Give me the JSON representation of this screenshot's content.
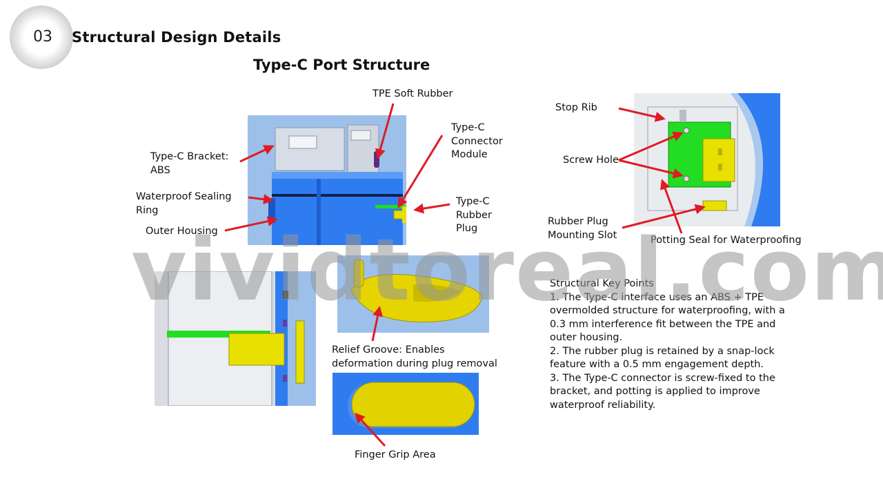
{
  "header": {
    "section_number": "03",
    "section_title": "Structural Design Details"
  },
  "subtitle": "Type-C Port Structure",
  "callouts": {
    "tpe_soft_rubber": "TPE Soft Rubber",
    "connector_module": [
      "Type-C",
      "Connector",
      "Module"
    ],
    "bracket": [
      "Type-C Bracket:",
      "ABS"
    ],
    "sealing_ring": [
      "Waterproof Sealing",
      "Ring"
    ],
    "outer_housing": "Outer Housing",
    "rubber_plug": [
      "Type-C",
      "Rubber",
      "Plug"
    ],
    "stop_rib": "Stop Rib",
    "screw_hole": "Screw Hole",
    "plug_slot": [
      "Rubber Plug",
      "Mounting Slot"
    ],
    "potting_seal": "Potting Seal for Waterproofing",
    "relief_groove": [
      "Relief Groove: Enables",
      "deformation during plug removal"
    ],
    "finger_grip": "Finger Grip Area"
  },
  "key_points": {
    "heading": "Structural Key Points",
    "lines": [
      "1. The Type-C interface uses an ABS + TPE",
      "overmolded structure for waterproofing, with a",
      "0.3 mm interference fit between the TPE and",
      "outer housing.",
      "2. The rubber plug is retained by a snap-lock",
      "feature with a 0.5 mm engagement depth.",
      "3. The Type-C connector is screw-fixed to the",
      "bracket, and potting is applied to improve",
      "waterproof reliability."
    ]
  },
  "watermark": "vividtoreal.com",
  "colors": {
    "arrow_red": "#e01b24",
    "housing_blue": "#2f7cf0",
    "bg_blue": "#9cc0ea",
    "pcb_green": "#22dd22",
    "plug_yellow": "#e8e000",
    "tpe_purple": "#5b2a86"
  }
}
